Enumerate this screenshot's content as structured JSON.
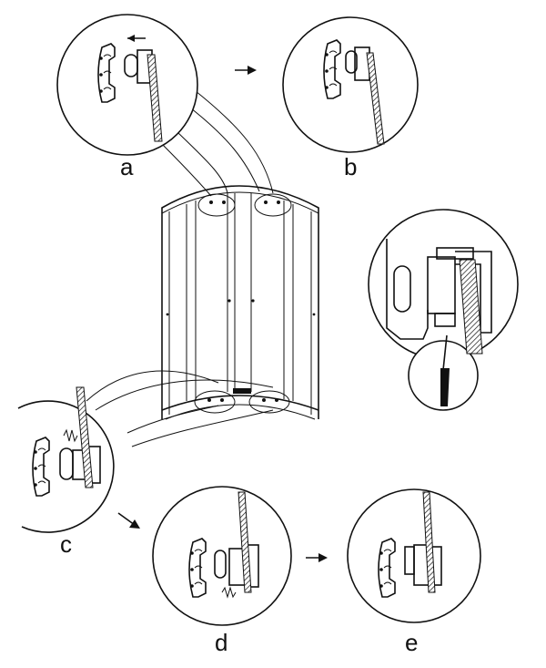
{
  "labels": {
    "a": "a",
    "b": "b",
    "c": "c",
    "d": "d",
    "e": "e"
  },
  "colors": {
    "line": "#111111",
    "background": "#ffffff"
  }
}
